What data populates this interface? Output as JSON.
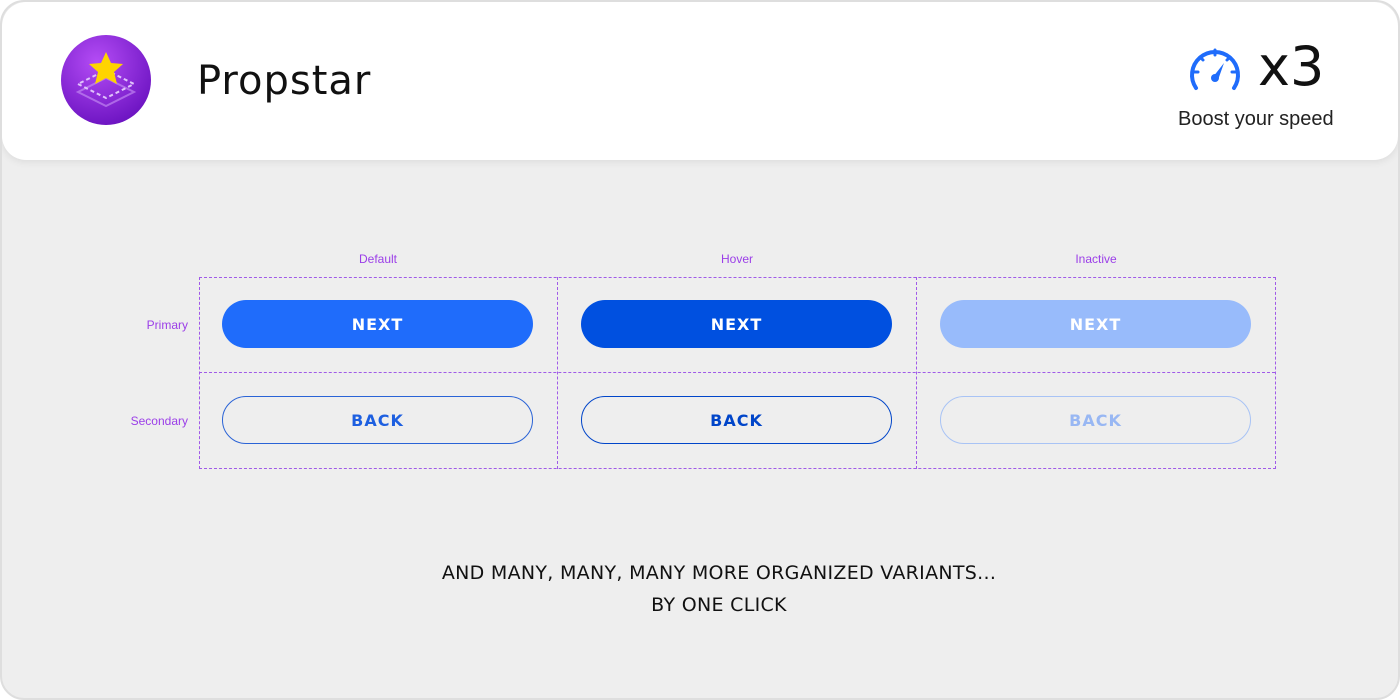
{
  "header": {
    "brand": "Propstar",
    "multiplier": "x3",
    "tagline": "Boost your speed"
  },
  "matrix": {
    "columns": [
      "Default",
      "Hover",
      "Inactive"
    ],
    "rows": [
      "Primary",
      "Secondary"
    ],
    "primary_label": "NEXT",
    "secondary_label": "BACK"
  },
  "footer": {
    "line1": "AND MANY, MANY, MANY MORE ORGANIZED VARIANTS...",
    "line2": "BY ONE CLICK"
  },
  "colors": {
    "accent": "#1f6cfb",
    "accent_hover": "#0050e0",
    "accent_inactive": "#98bbfb",
    "annotation": "#9b3ee8",
    "logo_purple": "#8a2be2",
    "star": "#ffd400"
  },
  "icons": {
    "logo": "propstar-logo-icon",
    "speed": "speedometer-icon"
  }
}
